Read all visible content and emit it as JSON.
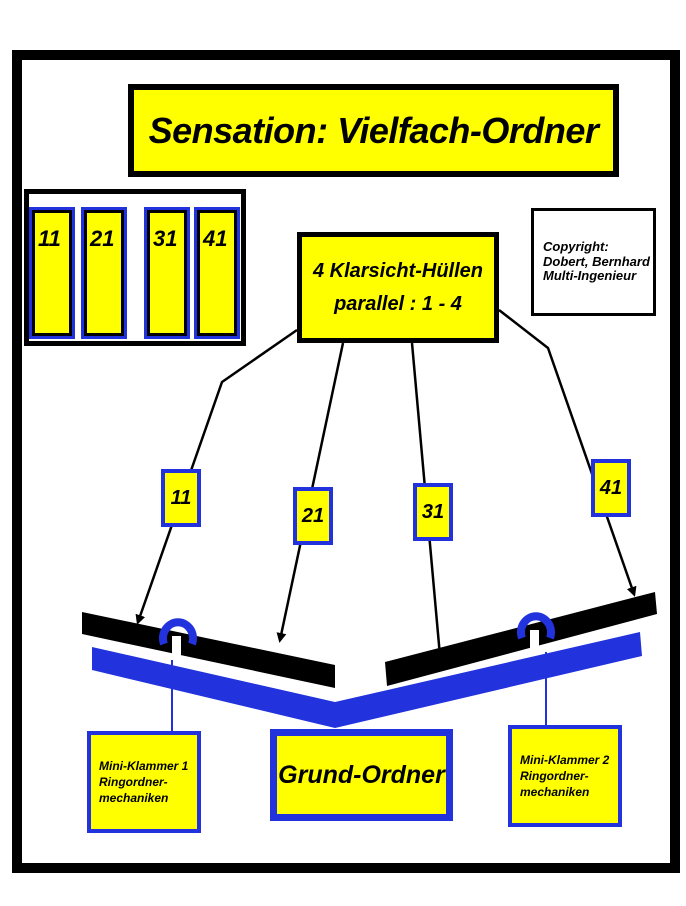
{
  "title": "Sensation: Vielfach-Ordner",
  "overview_cards": [
    "11",
    "21",
    "31",
    "41"
  ],
  "center_box": {
    "line1": "4  Klarsicht-Hüllen",
    "line2": "parallel  :  1 - 4"
  },
  "copyright": {
    "line1": "Copyright:",
    "line2": "Dobert, Bernhard",
    "line3": "Multi-Ingenieur"
  },
  "sleeve_tags": [
    "11",
    "21",
    "31",
    "41"
  ],
  "base_label": "Grund-Ordner",
  "clip_1": {
    "line1": "Mini-Klammer 1",
    "line2": "Ringordner-",
    "line3": "mechaniken"
  },
  "clip_2": {
    "line1": "Mini-Klammer 2",
    "line2": "Ringordner-",
    "line3": "mechaniken"
  },
  "colors": {
    "yellow": "#ffff00",
    "blue": "#2233dd",
    "black": "#000000"
  }
}
